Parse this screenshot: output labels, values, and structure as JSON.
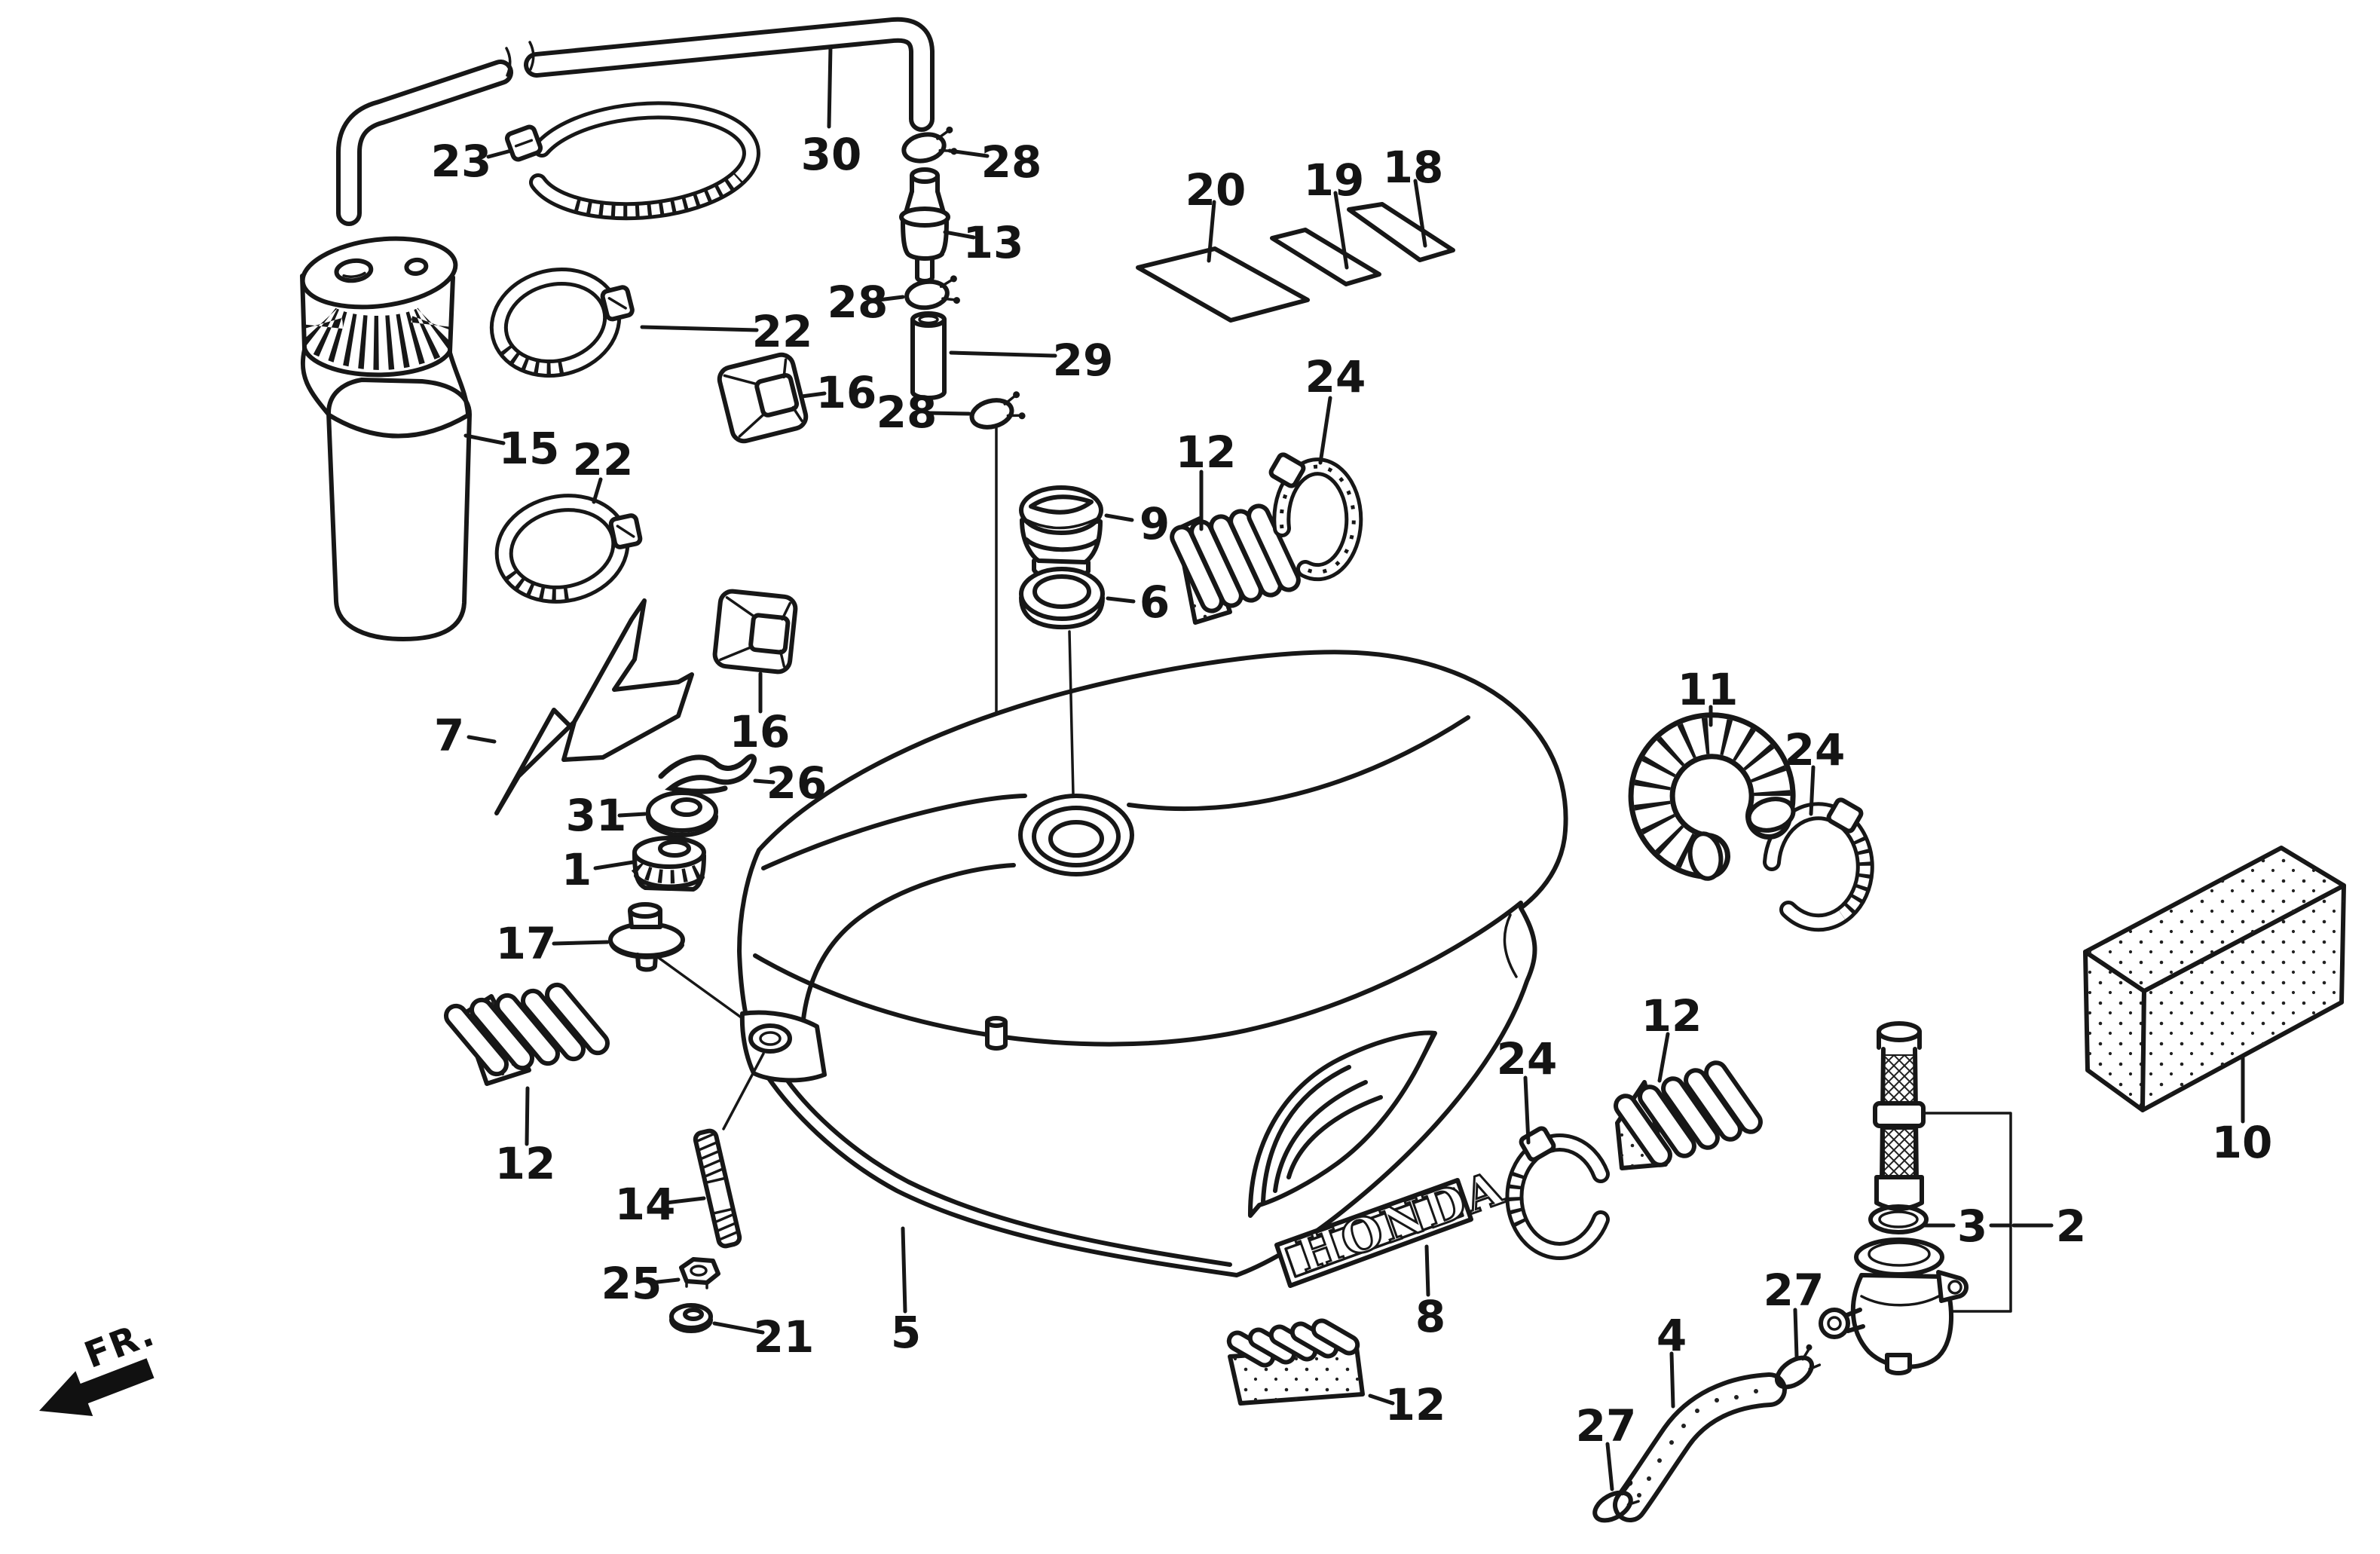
{
  "diagram": {
    "background": "#ffffff",
    "ink": "#171717",
    "fr_label": "FR.",
    "emblem_text": "HONDA"
  },
  "callouts": {
    "c1": "1",
    "c2": "2",
    "c3": "3",
    "c4": "4",
    "c5": "5",
    "c6": "6",
    "c7": "7",
    "c8": "8",
    "c9": "9",
    "c10": "10",
    "c11": "11",
    "c12a": "12",
    "c12b": "12",
    "c12c": "12",
    "c12d": "12",
    "c13": "13",
    "c14": "14",
    "c15": "15",
    "c16a": "16",
    "c16b": "16",
    "c17": "17",
    "c18": "18",
    "c19": "19",
    "c20": "20",
    "c21": "21",
    "c22a": "22",
    "c22b": "22",
    "c23": "23",
    "c24a": "24",
    "c24b": "24",
    "c24c": "24",
    "c25": "25",
    "c26": "26",
    "c27a": "27",
    "c27b": "27",
    "c28a": "28",
    "c28b": "28",
    "c28c": "28",
    "c29": "29",
    "c30": "30",
    "c31": "31"
  }
}
